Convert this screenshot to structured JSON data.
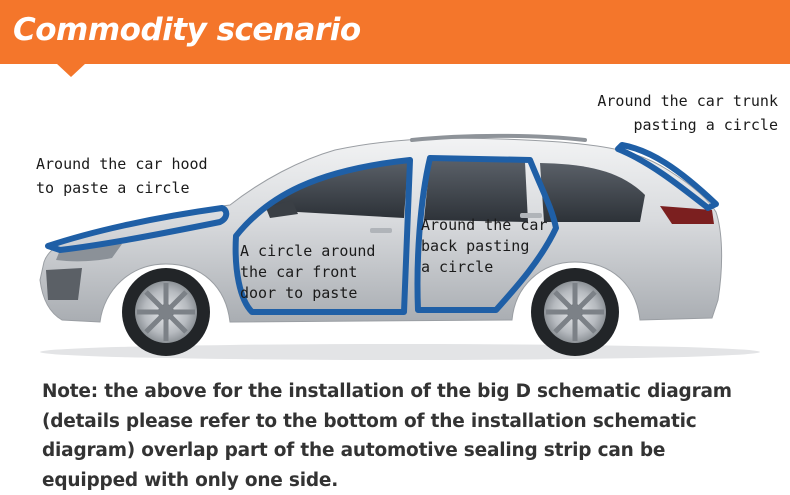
{
  "banner": {
    "title": "Commodity scenario",
    "color": "#f4762b"
  },
  "labels": {
    "hood": [
      "Around the car hood",
      "to paste a circle"
    ],
    "trunk": [
      "Around the car trunk",
      "pasting a circle"
    ],
    "front_door": [
      "A circle around",
      "the car front",
      "door to paste"
    ],
    "back_door": [
      "Around the car",
      "back pasting",
      "a circle"
    ]
  },
  "note": "Note: the above for the installation of the big D schematic diagram (details please refer to the bottom of the installation schematic diagram) overlap part of the automotive sealing strip can be equipped with only one side.",
  "colors": {
    "seal_outline": "#1f5fa6",
    "car_body": "#d9dcdf",
    "text": "#333333"
  }
}
